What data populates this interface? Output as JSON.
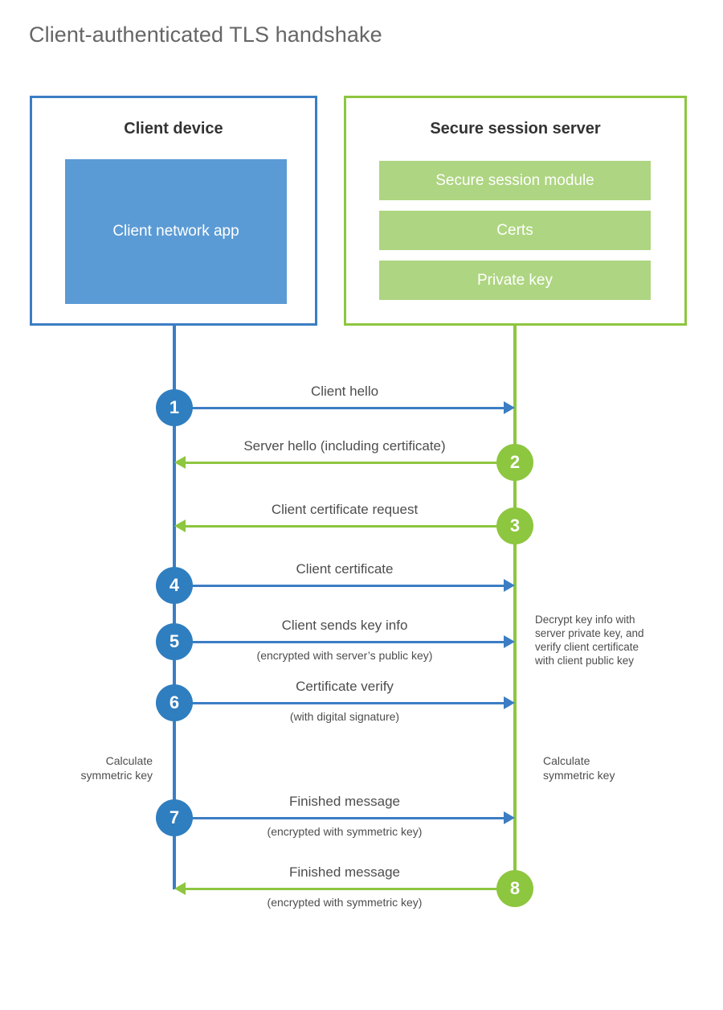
{
  "title": "Client-authenticated TLS handshake",
  "colors": {
    "client_blue": "#3b7dc4",
    "client_badge_blue": "#2f7ec0",
    "client_app_blue": "#5b9bd5",
    "server_green": "#8dc63f",
    "server_box_green": "#aed581",
    "text_gray": "#4d4d4d",
    "title_gray": "#666666"
  },
  "panels": {
    "client": {
      "title": "Client device",
      "app_label": "Client network app"
    },
    "server": {
      "title": "Secure session server",
      "items": [
        {
          "label": "Secure session module"
        },
        {
          "label": "Certs"
        },
        {
          "label": "Private key"
        }
      ]
    }
  },
  "steps": [
    {
      "number": "1",
      "label": "Client hello",
      "sublabel": "",
      "direction": "right",
      "color": "blue",
      "side": "client"
    },
    {
      "number": "2",
      "label": "Server hello (including certificate)",
      "sublabel": "",
      "direction": "left",
      "color": "green",
      "side": "server"
    },
    {
      "number": "3",
      "label": "Client certificate request",
      "sublabel": "",
      "direction": "left",
      "color": "green",
      "side": "server"
    },
    {
      "number": "4",
      "label": "Client certificate",
      "sublabel": "",
      "direction": "right",
      "color": "blue",
      "side": "client"
    },
    {
      "number": "5",
      "label": "Client sends key info",
      "sublabel": "(encrypted with server’s public key)",
      "direction": "right",
      "color": "blue",
      "side": "client"
    },
    {
      "number": "6",
      "label": "Certificate verify",
      "sublabel": "(with digital signature)",
      "direction": "right",
      "color": "blue",
      "side": "client"
    },
    {
      "number": "7",
      "label": "Finished message",
      "sublabel": "(encrypted with symmetric key)",
      "direction": "right",
      "color": "blue",
      "side": "client"
    },
    {
      "number": "8",
      "label": "Finished message",
      "sublabel": "(encrypted with symmetric key)",
      "direction": "left",
      "color": "green",
      "side": "server"
    }
  ],
  "annotations": {
    "server_decrypt": [
      "Decrypt key info with",
      "server private key, and",
      "verify client certificate",
      "with client public key"
    ],
    "client_symmetric": [
      "Calculate",
      "symmetric key"
    ],
    "server_symmetric": [
      "Calculate",
      "symmetric key"
    ]
  }
}
